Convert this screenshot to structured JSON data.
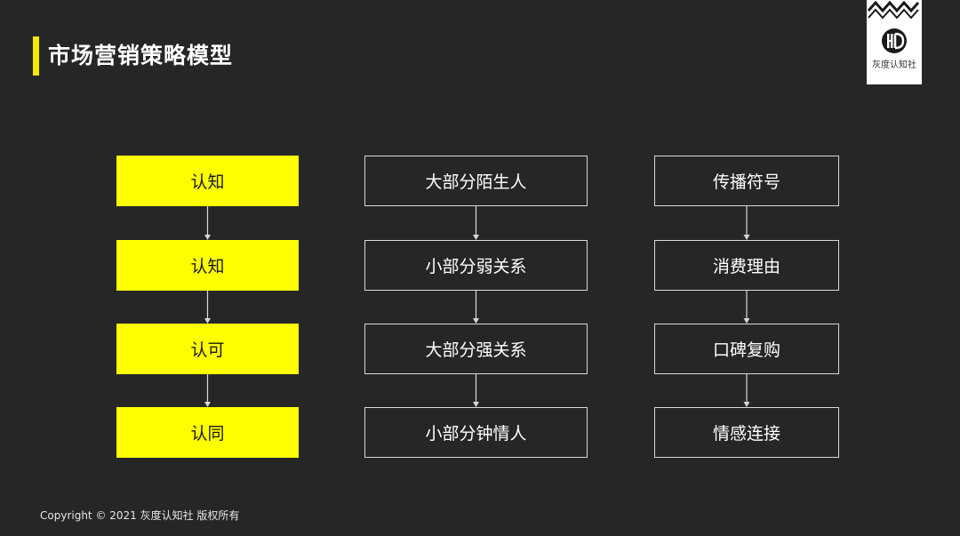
{
  "title": "市场营销策略模型",
  "logo": {
    "name": "灰度认知社",
    "icon": "hd-monogram-icon"
  },
  "columns": [
    {
      "id": "stage",
      "style": "yellow",
      "items": [
        "认知",
        "认知",
        "认可",
        "认同"
      ]
    },
    {
      "id": "relation",
      "style": "outline",
      "items": [
        "大部分陌生人",
        "小部分弱关系",
        "大部分强关系",
        "小部分钟情人"
      ]
    },
    {
      "id": "method",
      "style": "outline",
      "items": [
        "传播符号",
        "消费理由",
        "口碑复购",
        "情感连接"
      ]
    }
  ],
  "footer": "Copyright © 2021 灰度认知社 版权所有",
  "colors": {
    "background": "#262626",
    "accent": "#ffff00",
    "text": "#ffffff",
    "line": "#d8d8d8"
  }
}
